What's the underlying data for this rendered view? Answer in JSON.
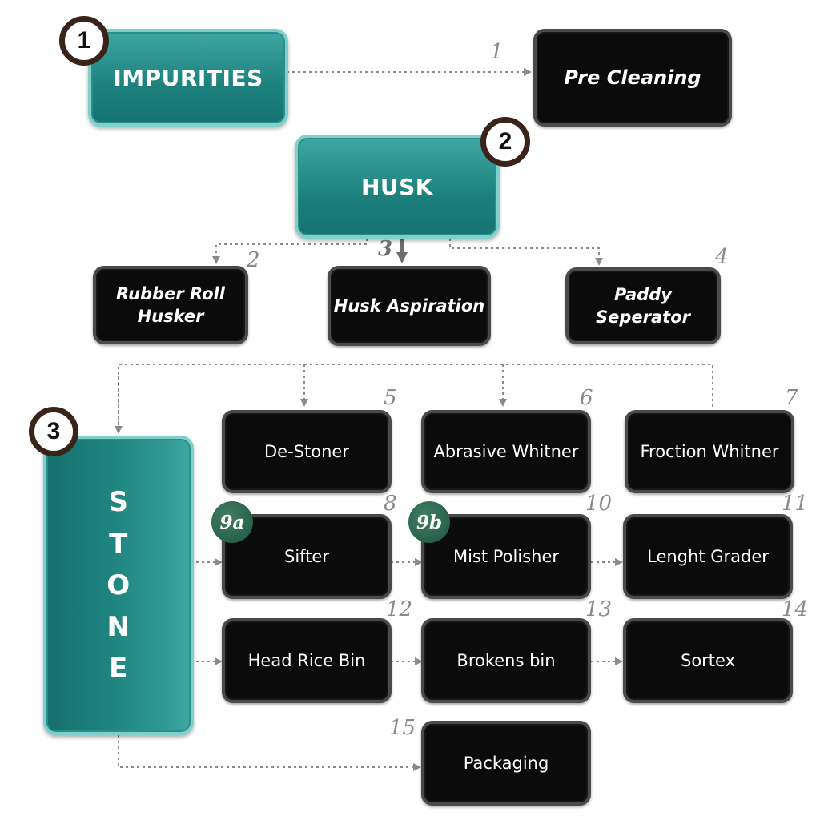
{
  "categories": {
    "impurities": {
      "label": "IMPURITIES",
      "badge": "1"
    },
    "husk": {
      "label": "HUSK",
      "badge": "2"
    },
    "stone": {
      "letters": [
        "S",
        "T",
        "O",
        "N",
        "E"
      ],
      "badge": "3"
    }
  },
  "steps": [
    {
      "id": "pre-cleaning",
      "label": "Pre Cleaning",
      "number": "1"
    },
    {
      "id": "rubber-roll-husker",
      "label_lines": [
        "Rubber Roll",
        "Husker"
      ],
      "number": "2"
    },
    {
      "id": "husk-aspiration",
      "label": "Husk Aspiration",
      "number": "3"
    },
    {
      "id": "paddy-separator",
      "label_lines": [
        "Paddy",
        "Seperator"
      ],
      "number": "4"
    },
    {
      "id": "de-stoner",
      "label": "De-Stoner",
      "number": "5"
    },
    {
      "id": "abrasive-whitener",
      "label": "Abrasive Whitner",
      "number": "6"
    },
    {
      "id": "friction-whitener",
      "label": "Froction Whitner",
      "number": "7"
    },
    {
      "id": "sifter",
      "label": "Sifter",
      "number": "8",
      "badge": "9a"
    },
    {
      "id": "mist-polisher",
      "label": "Mist Polisher",
      "number": "10",
      "badge": "9b"
    },
    {
      "id": "length-grader",
      "label": "Lenght Grader",
      "number": "11"
    },
    {
      "id": "head-rice-bin",
      "label": "Head Rice Bin",
      "number": "12"
    },
    {
      "id": "brokens-bin",
      "label": "Brokens bin",
      "number": "13"
    },
    {
      "id": "sortex",
      "label": "Sortex",
      "number": "14"
    },
    {
      "id": "packaging",
      "label": "Packaging",
      "number": "15"
    }
  ],
  "colors": {
    "teal": "#1f8480",
    "dark_box": "#0b0b0b",
    "badge_ring": "#3a2318",
    "green_badge": "#2c6650",
    "connector": "#8a8a8a"
  }
}
